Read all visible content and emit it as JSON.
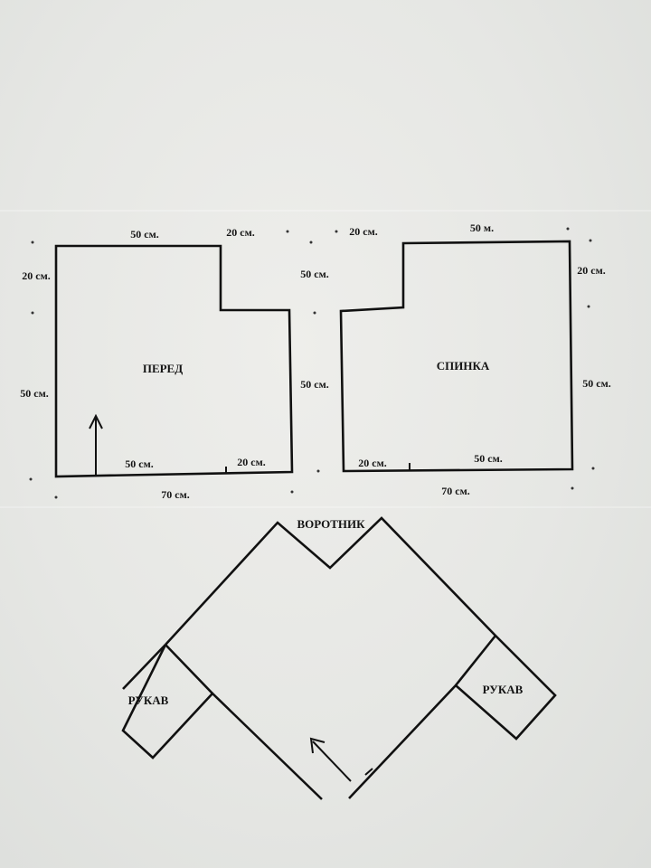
{
  "front": {
    "title": "ПЕРЕД",
    "top_width": "50 см.",
    "top_step": "20 см.",
    "left_upper": "20 см.",
    "left_lower": "50 см.",
    "right_side": "50 см.",
    "bottom_inner": "50 см.",
    "bottom_inner_right": "20 см.",
    "bottom_total": "70 см."
  },
  "back": {
    "title": "СПИНКА",
    "top_step": "20 см.",
    "top_width": "50 м.",
    "right_upper": "20 см.",
    "right_lower": "50 см.",
    "left_side": "50 см.",
    "bottom_inner_left": "20 см.",
    "bottom_inner": "50 см.",
    "bottom_total": "70 см."
  },
  "assembly": {
    "collar": "ВОРОТНИК",
    "sleeve_left": "РУКАВ",
    "sleeve_right": "РУКАВ"
  },
  "colors": {
    "paper": "#e4e5e2",
    "ink": "#111111"
  }
}
